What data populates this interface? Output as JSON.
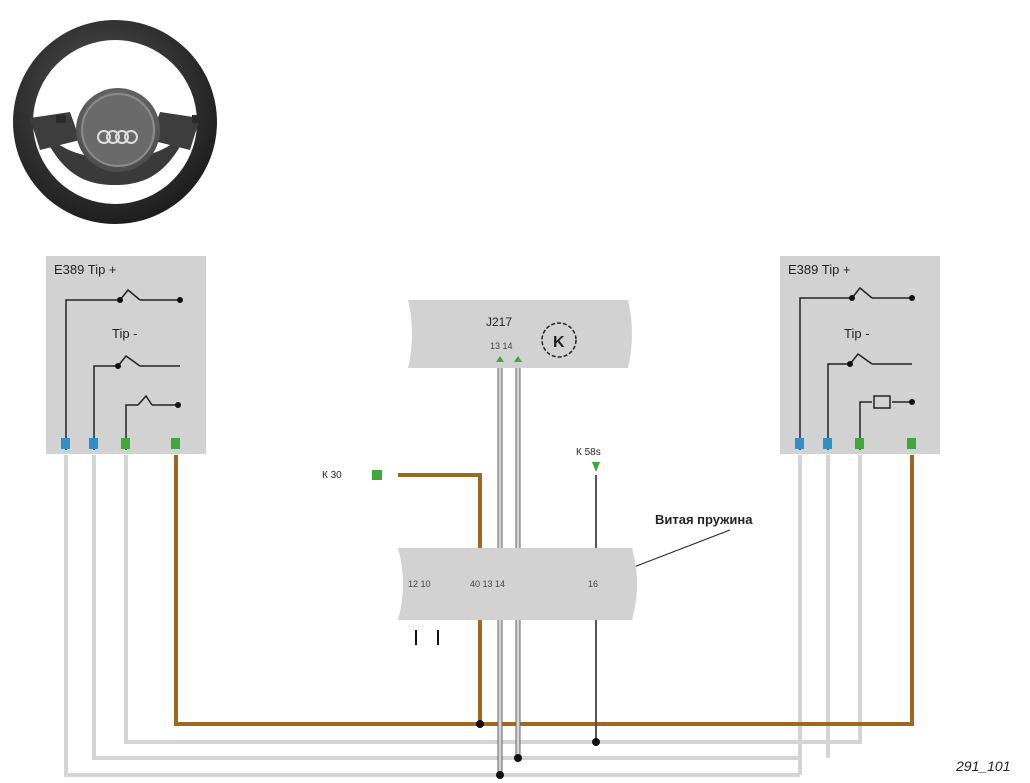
{
  "left_switch": {
    "title": "E389 Tip +",
    "tip_minus": "Tip -"
  },
  "right_switch": {
    "title": "E389 Tip +",
    "tip_minus": "Tip -"
  },
  "control_unit": {
    "code": "J217",
    "pins": "13 14"
  },
  "labels": {
    "left_terminal": "К 30",
    "right_terminal": "К 58s",
    "spring": "Витая пружина"
  },
  "connector": {
    "pins_left": "12  10",
    "pins_mid": "40 13 14",
    "pins_right": "16"
  },
  "figure_id": "291_101",
  "colors": {
    "brown": "#9b6a1e",
    "grey_wire": "#d4d4d4",
    "box": "#d2d2d2",
    "green": "#3fa83a",
    "blue": "#2f8fc6"
  }
}
